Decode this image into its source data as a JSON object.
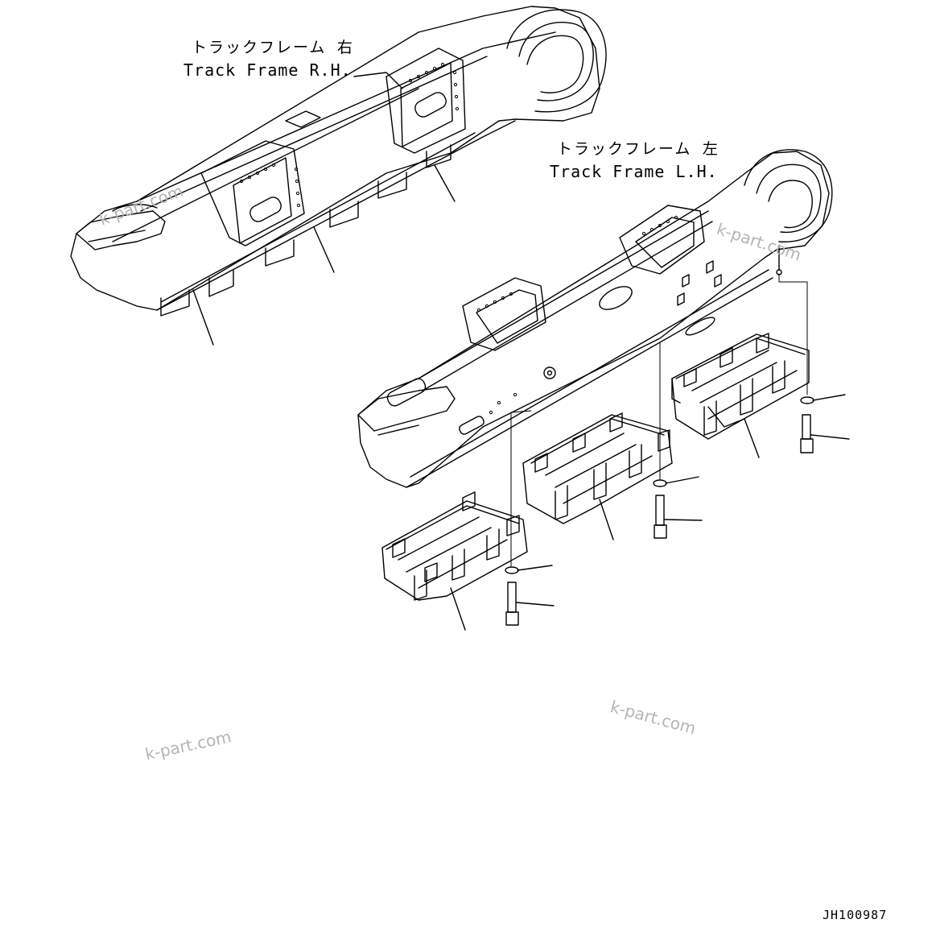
{
  "labels": {
    "right_frame_jp": "トラックフレーム 右",
    "right_frame_en": "Track Frame R.H.",
    "left_frame_jp": "トラックフレーム 左",
    "left_frame_en": "Track Frame L.H."
  },
  "drawing_code": "JH100987",
  "watermark": "k-part.com",
  "colors": {
    "line": "#000000",
    "background": "#ffffff",
    "watermark": "#b4b4b4"
  }
}
